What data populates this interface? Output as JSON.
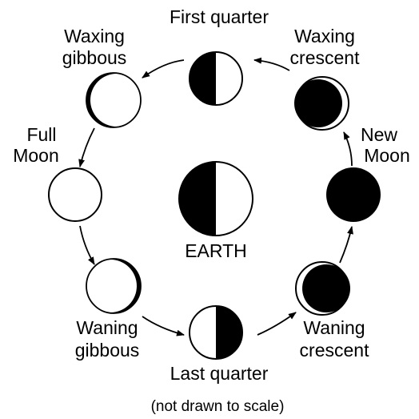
{
  "diagram": {
    "center_label": "EARTH",
    "note": "(not drawn to scale)",
    "phases": [
      {
        "key": "new_moon",
        "lines": [
          "New",
          "Moon"
        ]
      },
      {
        "key": "waxing_crescent",
        "lines": [
          "Waxing",
          "crescent"
        ]
      },
      {
        "key": "first_quarter",
        "lines": [
          "First quarter"
        ]
      },
      {
        "key": "waxing_gibbous",
        "lines": [
          "Waxing",
          "gibbous"
        ]
      },
      {
        "key": "full_moon",
        "lines": [
          "Full",
          "Moon"
        ]
      },
      {
        "key": "waning_gibbous",
        "lines": [
          "Waning",
          "gibbous"
        ]
      },
      {
        "key": "last_quarter",
        "lines": [
          "Last quarter"
        ]
      },
      {
        "key": "waning_crescent",
        "lines": [
          "Waning",
          "crescent"
        ]
      }
    ]
  }
}
